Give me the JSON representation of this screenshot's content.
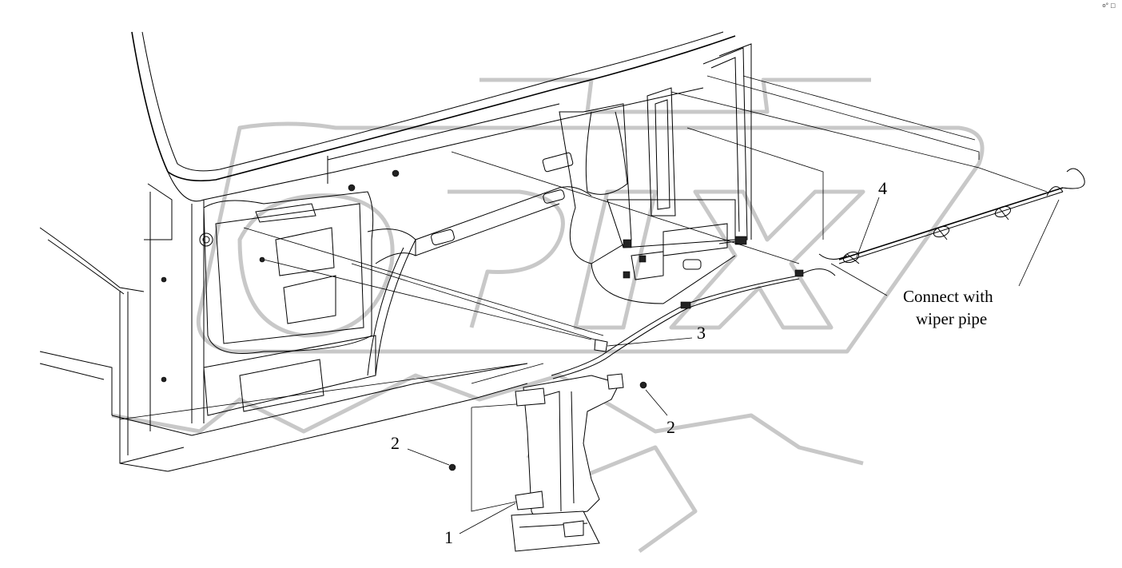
{
  "callouts": {
    "c1": "1",
    "c2a": "2",
    "c2b": "2",
    "c3": "3",
    "c4": "4"
  },
  "note": {
    "line1": "Connect with",
    "line2": "wiper pipe"
  },
  "watermark": {
    "text": "OPIX",
    "color": "#c8c8c8"
  },
  "corner_mark": "o° □"
}
